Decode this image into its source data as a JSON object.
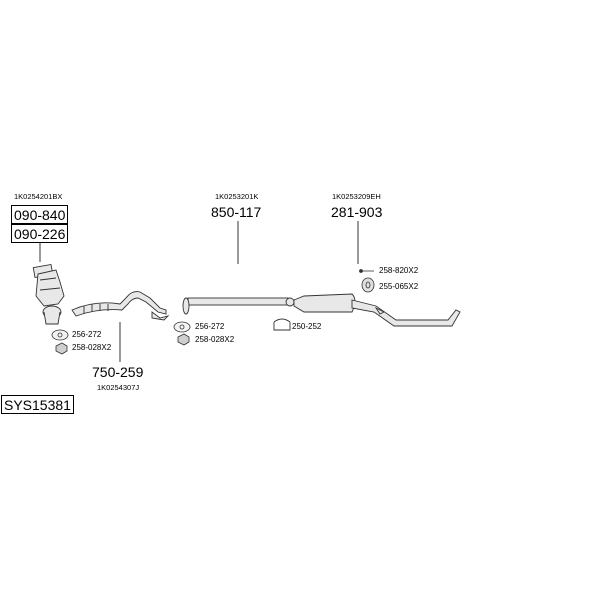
{
  "codes": {
    "catalyst": "1K0254201BX",
    "middle": "1K0253201K",
    "rear": "1K0253209EH",
    "front_pipe": "1K0254307J"
  },
  "part_numbers": {
    "catalyst_a": "090-840",
    "catalyst_b": "090-226",
    "middle": "850-117",
    "rear": "281-903",
    "front_pipe": "750-259"
  },
  "fittings": {
    "gasket_1": "256-272",
    "nut_1": "258-028X2",
    "gasket_2": "256-272",
    "nut_2": "258-028X2",
    "clamp": "250-252",
    "bolt": "258-820X2",
    "hanger": "255-065X2"
  },
  "system_code": "SYS15381"
}
